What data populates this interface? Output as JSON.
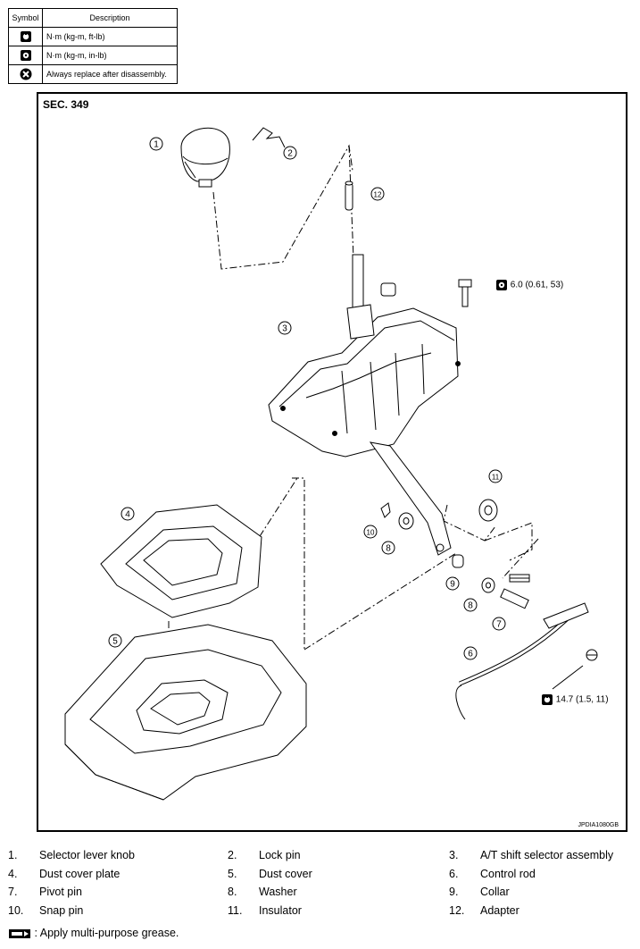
{
  "symbol_table": {
    "header_symbol": "Symbol",
    "header_description": "Description",
    "rows": [
      {
        "icon": "torque-wrench-icon",
        "description": "N·m (kg-m, ft-lb)"
      },
      {
        "icon": "torque-wrench-small-icon",
        "description": "N·m (kg-m, in-lb)"
      },
      {
        "icon": "always-replace-icon",
        "description": "Always replace after disassembly."
      }
    ]
  },
  "diagram": {
    "section": "SEC. 349",
    "figure_code": "JPDIA1080GB",
    "callouts": [
      "1",
      "2",
      "3",
      "4",
      "5",
      "6",
      "7",
      "8",
      "9",
      "10",
      "11",
      "12",
      "8"
    ],
    "torque_top": "6.0 (0.61, 53)",
    "torque_bottom": "14.7 (1.5, 11)"
  },
  "legend": [
    {
      "num": "1.",
      "name": "Selector lever knob"
    },
    {
      "num": "2.",
      "name": "Lock pin"
    },
    {
      "num": "3.",
      "name": "A/T shift selector assembly"
    },
    {
      "num": "4.",
      "name": "Dust cover plate"
    },
    {
      "num": "5.",
      "name": "Dust cover"
    },
    {
      "num": "6.",
      "name": "Control rod"
    },
    {
      "num": "7.",
      "name": "Pivot pin"
    },
    {
      "num": "8.",
      "name": "Washer"
    },
    {
      "num": "9.",
      "name": "Collar"
    },
    {
      "num": "10.",
      "name": "Snap pin"
    },
    {
      "num": "11.",
      "name": "Insulator"
    },
    {
      "num": "12.",
      "name": "Adapter"
    }
  ],
  "grease_note": ": Apply multi-purpose grease."
}
